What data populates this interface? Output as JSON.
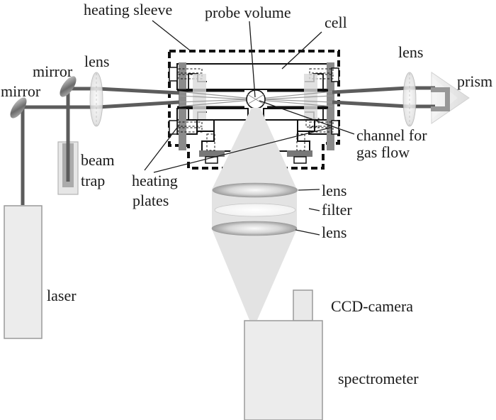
{
  "figure": {
    "type": "experimental-setup-schematic",
    "description": "laser diagnostics cell setup",
    "background": "#ffffff"
  },
  "labels": {
    "heating_sleeve": "heating sleeve",
    "probe_volume": "probe volume",
    "cell": "cell",
    "lens_entry": "lens",
    "mirror_upper": "mirror",
    "mirror_lower": "mirror",
    "beam_trap_1": "beam",
    "beam_trap_2": "trap",
    "lens_exit": "lens",
    "prism": "prism",
    "channel_1": "channel for",
    "channel_2": "gas flow",
    "heating_plates_1": "heating",
    "heating_plates_2": "plates",
    "collection_lens_top": "lens",
    "filter": "filter",
    "collection_lens_bottom": "lens",
    "laser": "laser",
    "ccd_camera": "CCD-camera",
    "spectrometer": "spectrometer"
  },
  "colors": {
    "ink": "#1a1a1a",
    "beam": "#5c5c5c",
    "beam_fold": "#979797",
    "device_fill": "#ececec",
    "device_stroke": "#9a9a9a",
    "heating_plate": "#8b8b8b",
    "bottom_plate": "#787878",
    "light_cone": "#e3e3e3",
    "window": "#d9d9d9",
    "prism_fill": "#e7e7e7"
  }
}
